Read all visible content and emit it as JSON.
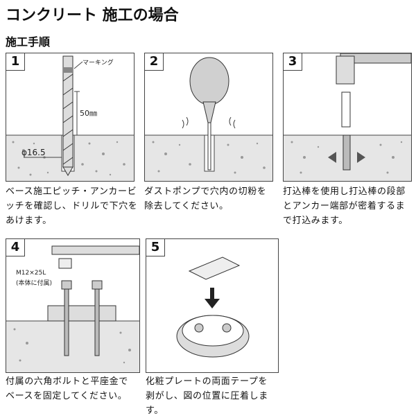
{
  "title": "コンクリート 施工の場合",
  "section": "施工手順",
  "steps": [
    {
      "num": "1",
      "caption": [
        "ベース施工ピッチ・アンカービ",
        "ッチを確認し、ドリルで下穴を",
        "あけます。"
      ]
    },
    {
      "num": "2",
      "caption": [
        "ダストポンプで穴内の切粉を",
        "除去してください。"
      ]
    },
    {
      "num": "3",
      "caption": [
        "打込棒を使用し打込棒の段部",
        "とアンカー端部が密着するま",
        "で打込みます。"
      ]
    },
    {
      "num": "4",
      "caption": [
        "付属の六角ボルトと平座金で",
        "ベースを固定してください。"
      ]
    },
    {
      "num": "5",
      "caption": [
        "化粧プレートの両面テープを",
        "剥がし、図の位置に圧着しま",
        "す。"
      ]
    }
  ],
  "labels": {
    "marking": "マーキング",
    "depth": "50㎜",
    "diameter": "φ16.5",
    "bolt": "M12×25L",
    "bolt_note": "(本体に付属)"
  }
}
